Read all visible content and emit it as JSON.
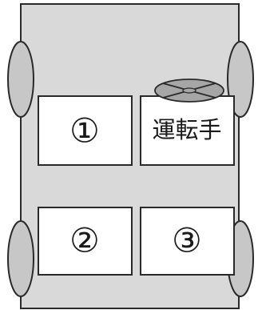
{
  "seats": {
    "front_left": {
      "label": "①"
    },
    "driver": {
      "label": "運転手"
    },
    "rear_left": {
      "label": "②"
    },
    "rear_right": {
      "label": "③"
    }
  },
  "colors": {
    "body": "#d9d9d9",
    "seat": "#ffffff",
    "wheel": "#c7c7c7",
    "outline": "#2a2a2a",
    "text": "#1a1a1a"
  },
  "icons": {
    "steering": "steering-wheel-icon",
    "wheel": "wheel-icon"
  }
}
